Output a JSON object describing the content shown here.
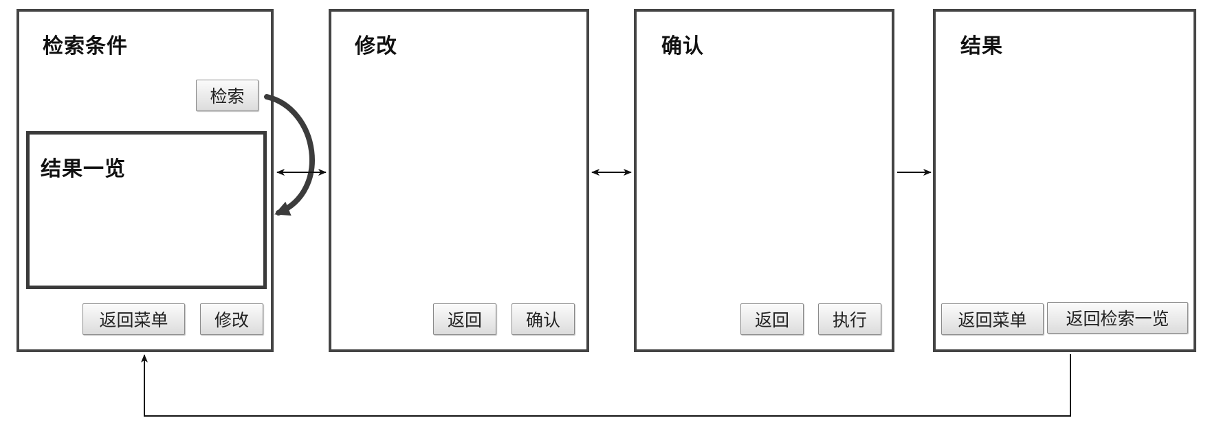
{
  "screens": {
    "search": {
      "title": "检索条件",
      "search_button": "检索",
      "results_panel_title": "结果一览",
      "back_to_menu_button": "返回菜单",
      "modify_button": "修改"
    },
    "modify": {
      "title": "修改",
      "back_button": "返回",
      "confirm_button": "确认"
    },
    "confirm": {
      "title": "确认",
      "back_button": "返回",
      "execute_button": "执行"
    },
    "result": {
      "title": "结果",
      "back_to_menu_button": "返回菜单",
      "back_to_search_list_button": "返回检索一览"
    }
  },
  "colors": {
    "frame_border": "#444444",
    "connector": "#111111",
    "curved_arrow": "#3c3c3c",
    "button_border": "#8a8a8a"
  }
}
